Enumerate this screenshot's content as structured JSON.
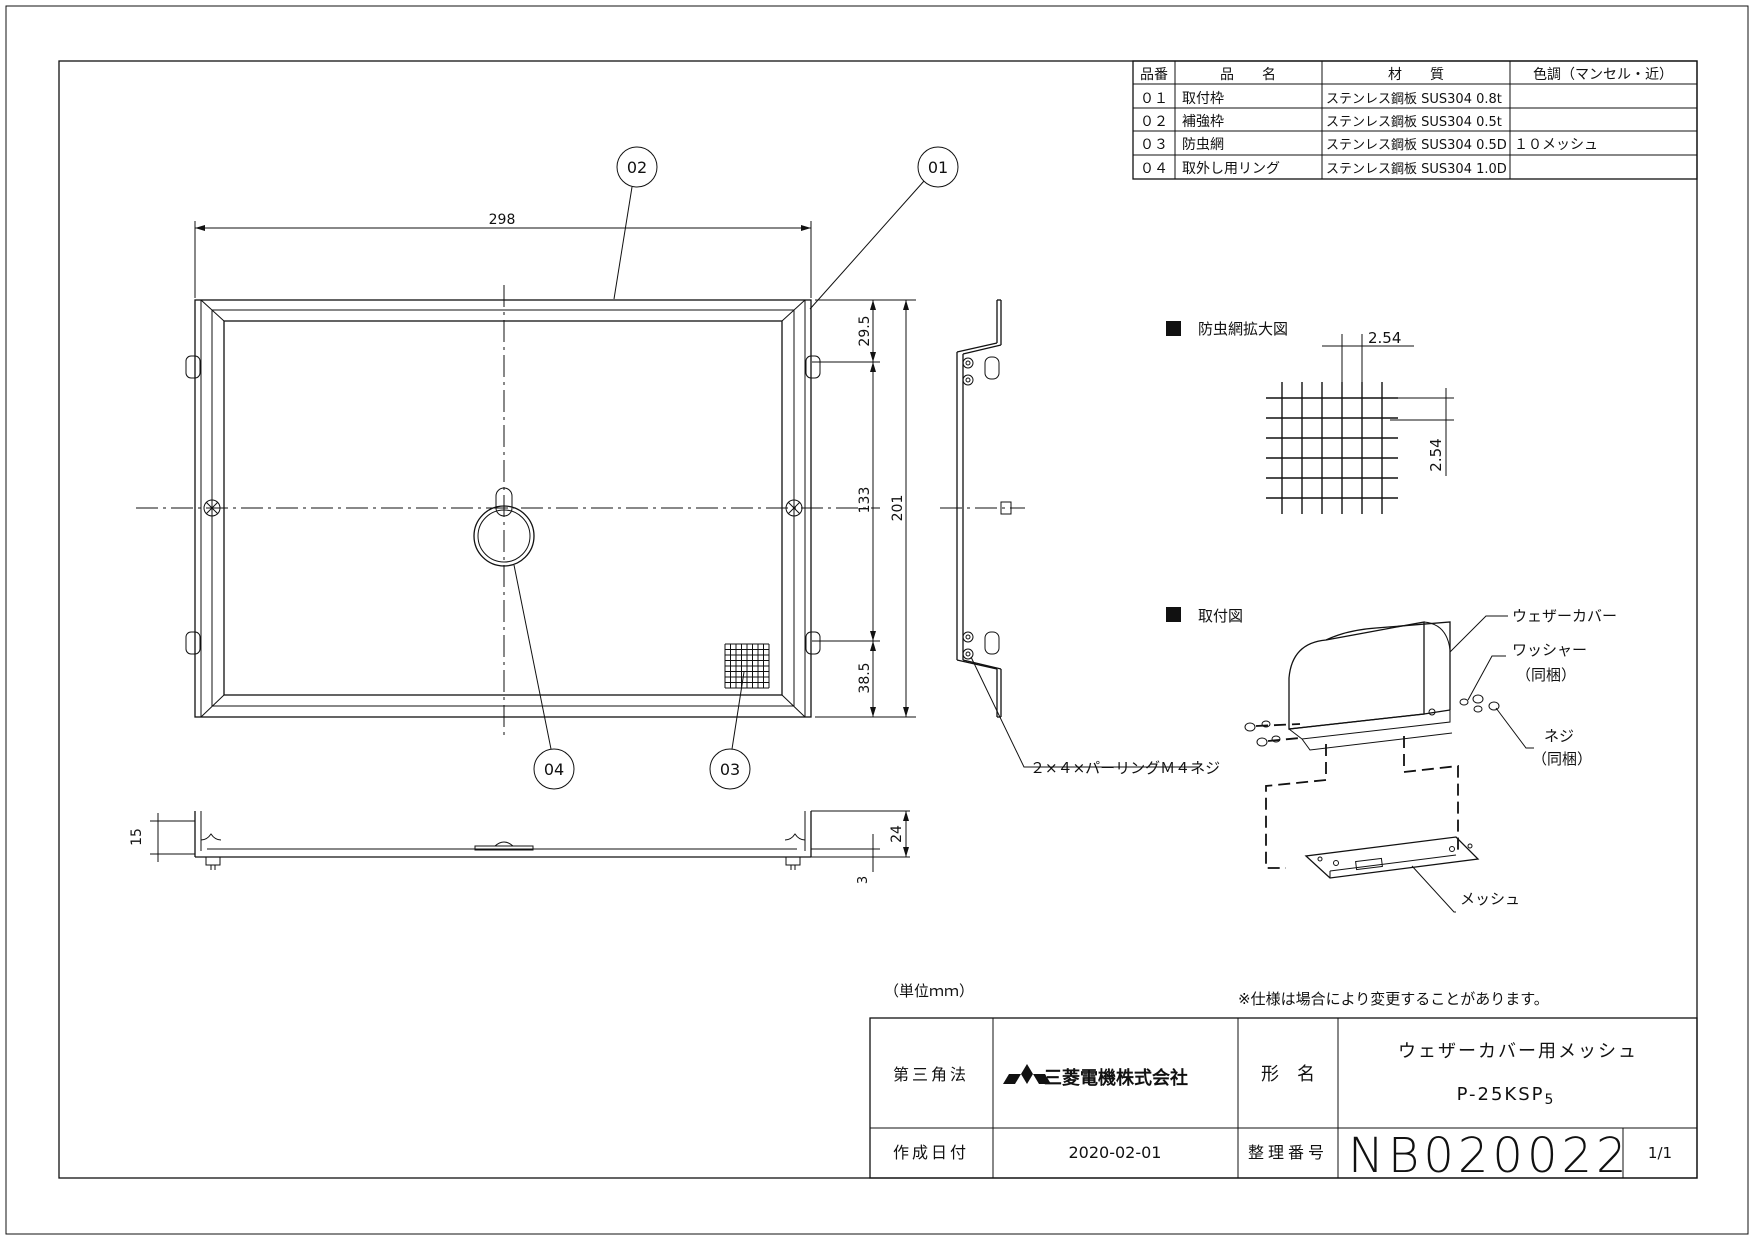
{
  "parts_table": {
    "headers": {
      "no": "品番",
      "name": "品　　名",
      "material": "材　　質",
      "color": "色調（マンセル・近）"
    },
    "rows": [
      {
        "no": "０１",
        "name": "取付枠",
        "material": "ステンレス鋼板 SUS304 0.8t",
        "color": ""
      },
      {
        "no": "０２",
        "name": "補強枠",
        "material": "ステンレス鋼板 SUS304 0.5t",
        "color": ""
      },
      {
        "no": "０３",
        "name": "防虫網",
        "material": "ステンレス鋼板 SUS304 0.5D",
        "color": "１０メッシュ"
      },
      {
        "no": "０４",
        "name": "取外し用リング",
        "material": "ステンレス鋼板 SUS304 1.0D",
        "color": ""
      }
    ]
  },
  "callouts": {
    "c01": "01",
    "c02": "02",
    "c03": "03",
    "c04": "04"
  },
  "dimensions": {
    "width": "298",
    "height_total": "201",
    "height_mid": "133",
    "top_offset": "29.5",
    "bottom_offset": "38.5",
    "side_15": "15",
    "side_24": "24",
    "side_3": "3",
    "mesh_pitch_x": "2.54",
    "mesh_pitch_y": "2.54"
  },
  "labels": {
    "screw_note": "２×４×パーリングＭ４ネジ",
    "mesh_detail_title": "防虫網拡大図",
    "install_title": "取付図",
    "weather_cover": "ウェザーカバー",
    "washer": "ワッシャー",
    "washer_note": "（同梱）",
    "screw": "ネジ",
    "screw_note2": "（同梱）",
    "mesh": "メッシュ",
    "unit": "（単位ｍｍ）",
    "spec_note": "※仕様は場合により変更することがあります。"
  },
  "title_block": {
    "projection": "第三角法",
    "company": "三菱電機株式会社",
    "model_label": "形　名",
    "product_name": "ウェザーカバー用メッシュ",
    "model_number": "P-25KSP",
    "model_suffix": "5",
    "date_label": "作成日付",
    "date": "2020-02-01",
    "doc_label": "整理番号",
    "doc_number": "NB020022",
    "sheet": "1/1"
  }
}
